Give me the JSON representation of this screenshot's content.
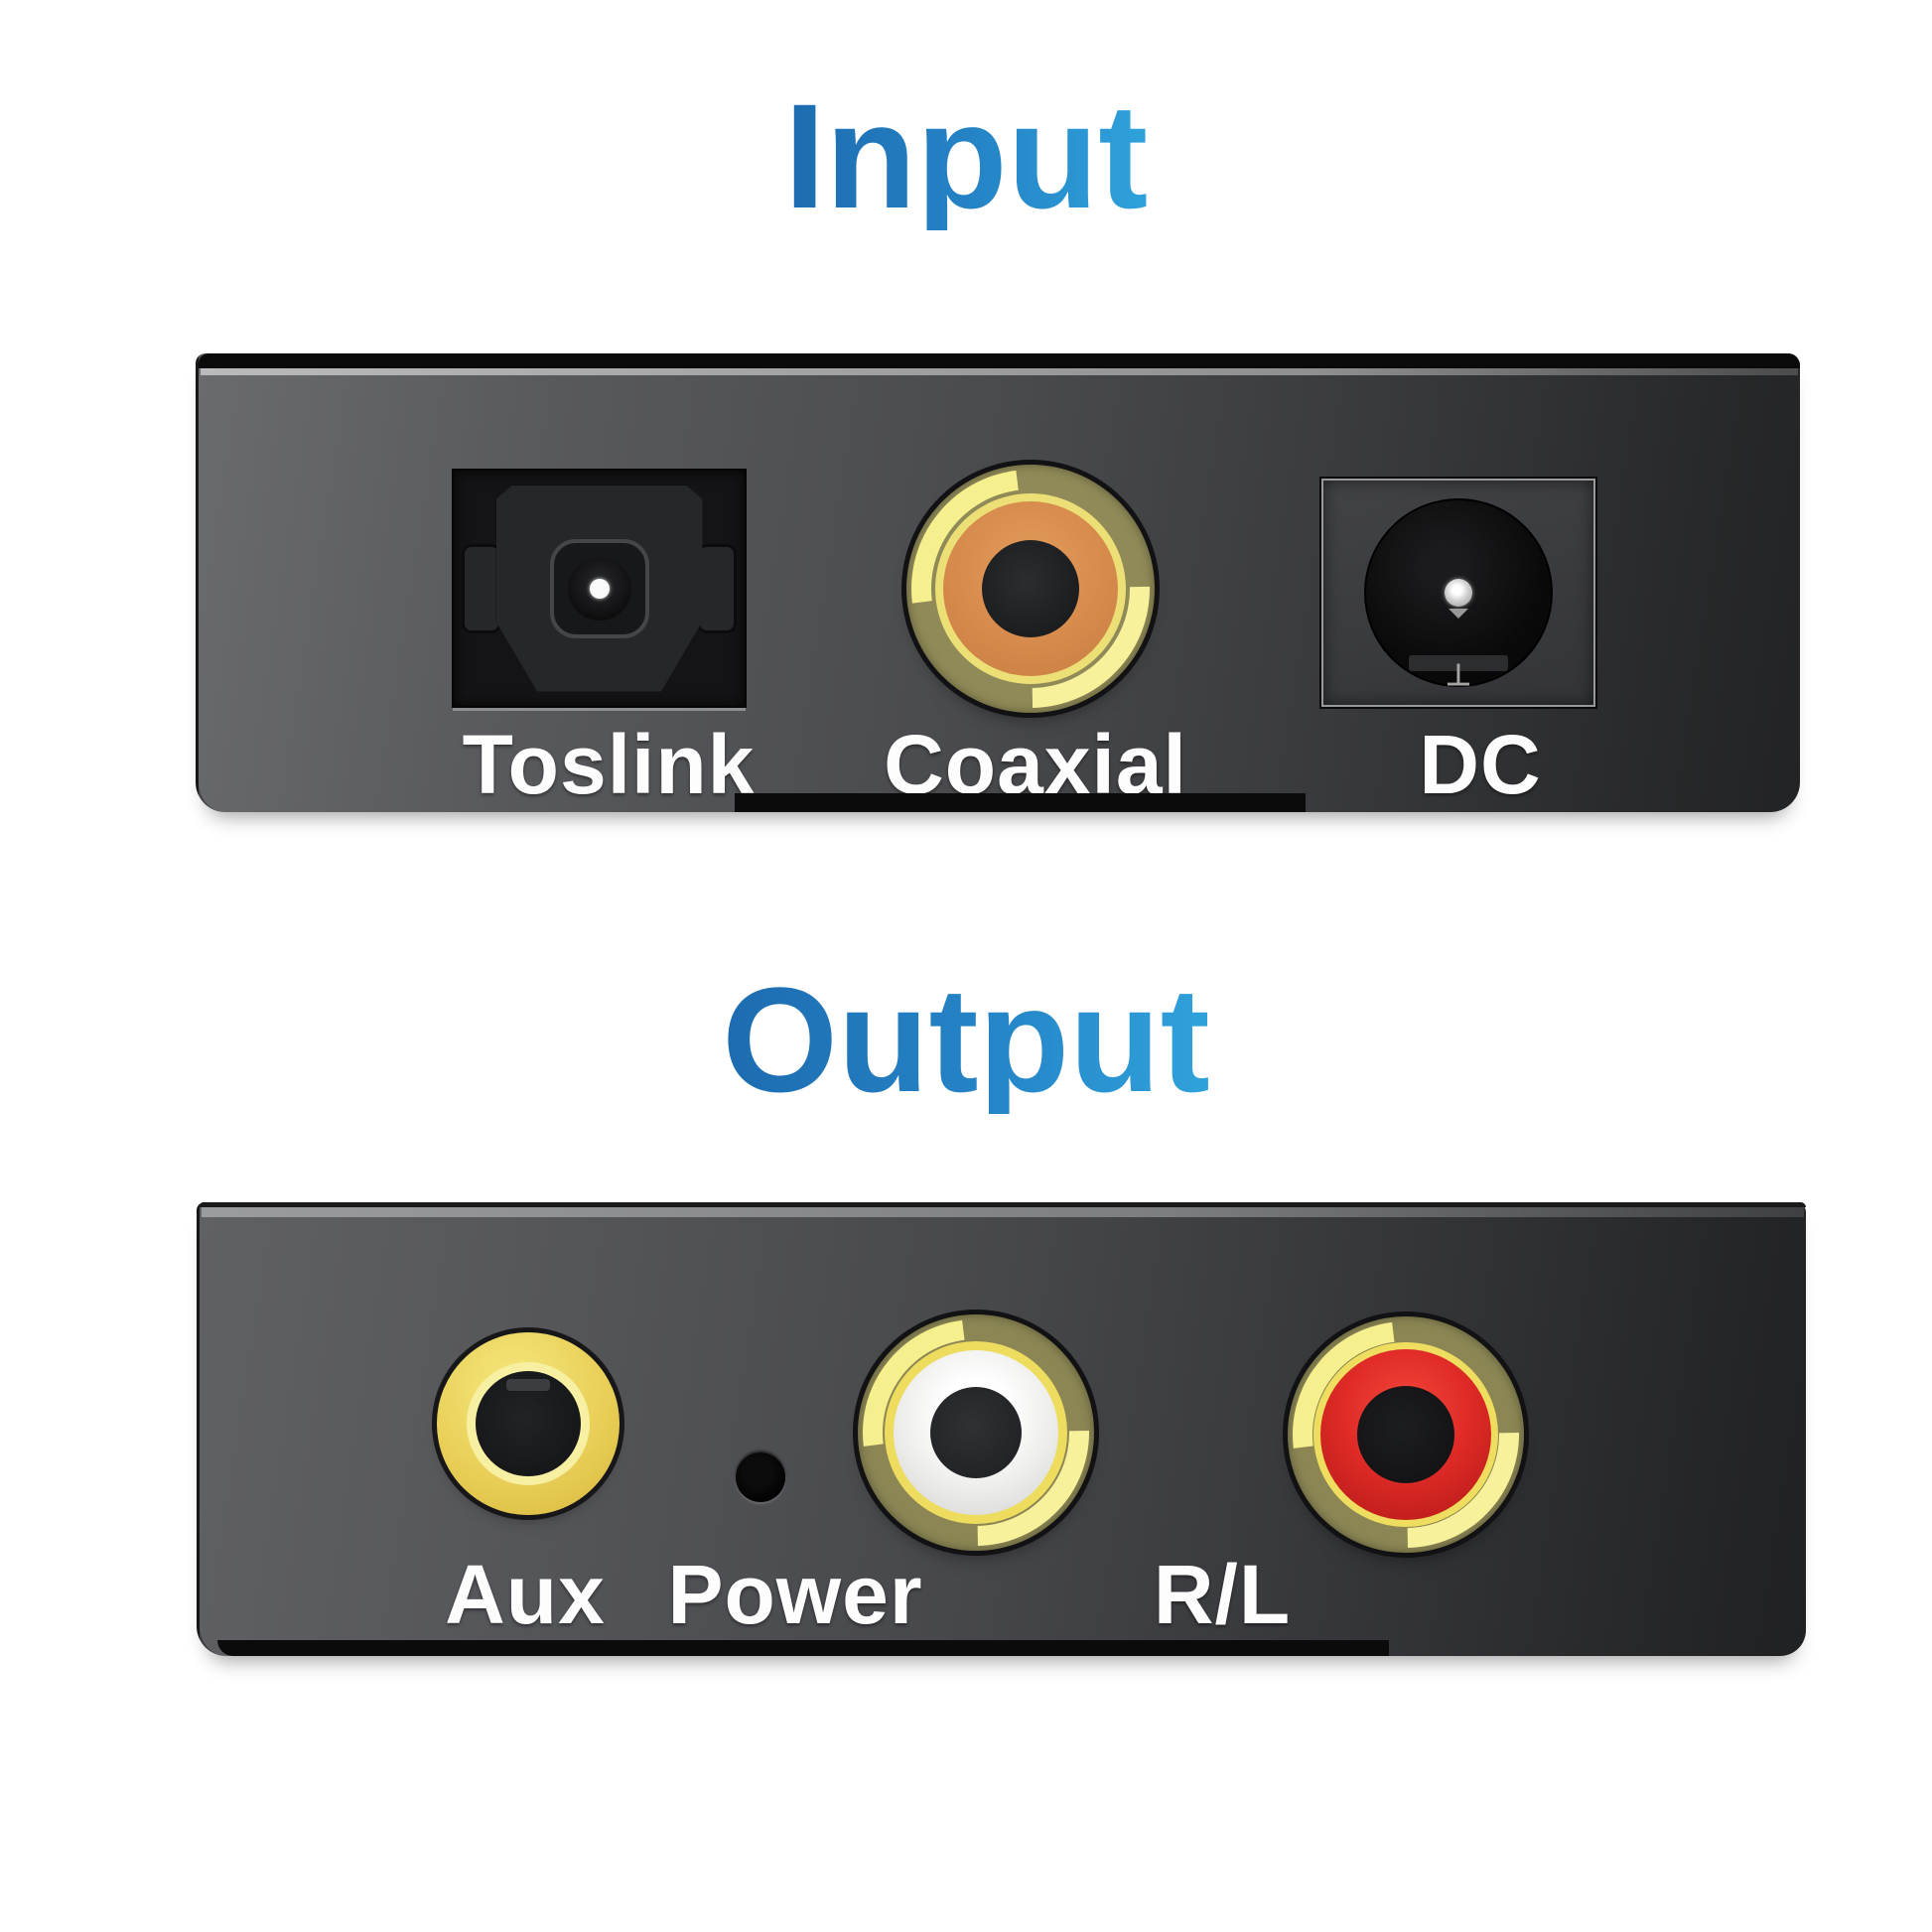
{
  "page": {
    "background_color": "#ffffff",
    "description": "Audio converter input/output port diagram"
  },
  "title_accent_gradient": [
    "#1d6bb0",
    "#2fa2db"
  ],
  "input_section": {
    "title": "Input",
    "ports": [
      {
        "name": "toslink",
        "label": "Toslink",
        "type": "optical-toslink-socket"
      },
      {
        "name": "coaxial",
        "label": "Coaxial",
        "type": "rca-coaxial-jack",
        "ring_color": "#d68a4c",
        "gold_color": "#ebdf75"
      },
      {
        "name": "dc",
        "label": "DC",
        "type": "dc-power-barrel-socket",
        "ground_mark": "⊥"
      }
    ]
  },
  "output_section": {
    "title": "Output",
    "ports": [
      {
        "name": "aux",
        "label": "Aux",
        "type": "aux-3.5mm-jack",
        "gold_color": "#e9cf58"
      },
      {
        "name": "power",
        "label": "Power",
        "type": "power-indicator-hole"
      },
      {
        "name": "rl",
        "label": "R/L",
        "type": "rca-stereo-pair",
        "left_ring_color": "#ffffff",
        "right_ring_color": "#e02b27"
      }
    ]
  },
  "panel_colors": {
    "body_light": "#6a6b6e",
    "body_dark": "#222325",
    "top_strip": "#0a0a0b",
    "label_text": "#fdfdfd"
  }
}
